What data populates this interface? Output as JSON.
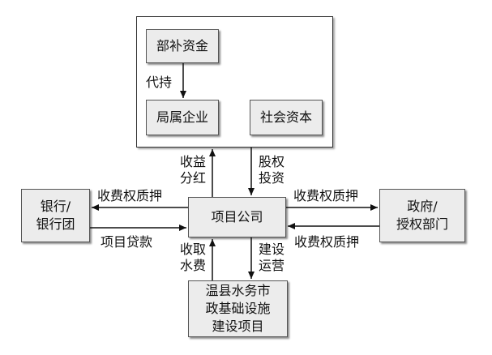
{
  "nodes": {
    "ministry_fund": "部补资金",
    "bureau_enterprise": "局属企业",
    "social_capital": "社会资本",
    "bank": [
      "银行/",
      "银行团"
    ],
    "project_company": "项目公司",
    "government": [
      "政府/",
      "授权部门"
    ],
    "wenxian_project": [
      "温县水务市",
      "政基础设施",
      "建设项目"
    ]
  },
  "edges": {
    "on_behalf": "代持",
    "revenue_dividend": [
      "收益",
      "分红"
    ],
    "equity_investment": [
      "股权",
      "投资"
    ],
    "pledge_to_bank": "收费权质押",
    "project_loan": "项目贷款",
    "pledge_to_gov": "收费权质押",
    "pledge_from_gov": "收费权质押",
    "collect_water_fee": [
      "收取",
      "水费"
    ],
    "build_operate": [
      "建设",
      "运营"
    ]
  }
}
